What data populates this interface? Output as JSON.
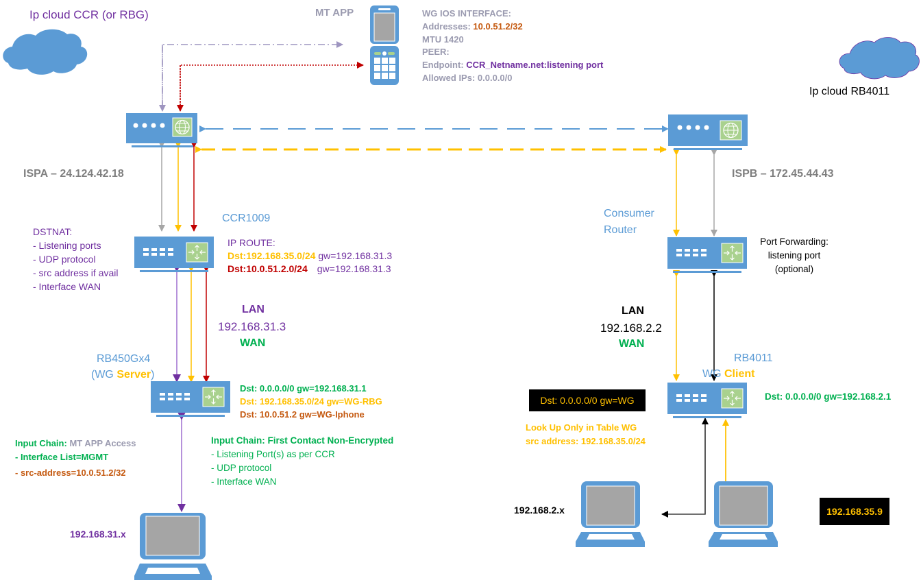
{
  "colors": {
    "device_blue": "#5b9bd5",
    "device_green": "#a9d18e",
    "screen_gray": "#a5a5a5",
    "purple": "#7030a0",
    "orange": "#ffc000",
    "red": "#c00000",
    "brown": "#c55a11",
    "green": "#00b050",
    "gray": "#a6a6a6",
    "lavender": "#9e95c0"
  },
  "clouds": {
    "left_label": "Ip cloud CCR  (or RBG)",
    "right_label": "Ip cloud RB4011"
  },
  "mt_app": {
    "label": "MT APP",
    "wg_ios": {
      "title": "WG IOS INTERFACE:",
      "addresses_label": "Addresses: ",
      "addresses_value": "10.0.51.2/32",
      "mtu": "MTU 1420",
      "peer": "PEER:",
      "endpoint_label": "Endpoint: ",
      "endpoint_value": "CCR_Netname.net:listening port",
      "allowed_ips": "Allowed IPs: 0.0.0.0/0"
    }
  },
  "isp": {
    "a": "ISPA – 24.124.42.18",
    "b": "ISPB – 172.45.44.43"
  },
  "ccr": {
    "name": "CCR1009",
    "dstnat": {
      "title": "DSTNAT:",
      "items": [
        "- Listening ports",
        "- UDP protocol",
        "- src address if avail",
        "- Interface WAN"
      ]
    },
    "ip_route": {
      "title": "IP ROUTE:",
      "routes": [
        {
          "dst": "Dst:192.168.35.0/24",
          "gw": " gw=192.168.31.3"
        },
        {
          "dst": "Dst:10.0.51.2.0/24",
          "gw": "gw=192.168.31.3"
        }
      ]
    }
  },
  "left_link": {
    "lan": "LAN",
    "ip": "192.168.31.3",
    "wan": "WAN"
  },
  "rb450": {
    "name": "RB450Gx4",
    "role_prefix": "(WG ",
    "role": "Server",
    "role_suffix": ")",
    "routes": [
      "Dst: 0.0.0.0/0  gw=192.168.31.1",
      "Dst: 192.168.35.0/24  gw=WG-RBG",
      "Dst: 10.0.51.2  gw=WG-Iphone"
    ],
    "input_chain_mgmt": {
      "prefix": "Input Chain:  ",
      "title": "MT APP Access",
      "iface": "- Interface List=MGMT",
      "src": "- src-address=10.0.51.2/32"
    },
    "input_chain_first": {
      "title": "Input Chain:  First Contact Non-Encrypted",
      "items": [
        "- Listening Port(s) as per CCR",
        "- UDP protocol",
        "- Interface WAN"
      ]
    }
  },
  "left_pc": {
    "ip": "192.168.31.x"
  },
  "consumer_router": {
    "name_line1": "Consumer",
    "name_line2": "Router",
    "port_forwarding": [
      "Port Forwarding:",
      "listening port",
      "(optional)"
    ]
  },
  "right_link": {
    "lan": "LAN",
    "ip": "192.168.2.2",
    "wan": "WAN"
  },
  "rb4011": {
    "name": "RB4011",
    "role_prefix": "WG ",
    "role": "Client",
    "route": "Dst: 0.0.0.0/0  gw=192.168.2.1",
    "wg_table_route": "Dst: 0.0.0.0/0 gw=WG",
    "lookup": [
      "Look Up Only in Table WG",
      "src address:  192.168.35.0/24"
    ]
  },
  "right_pcs": {
    "pc1_ip": "192.168.2.x",
    "pc2_ip": "192.168.35.9"
  }
}
